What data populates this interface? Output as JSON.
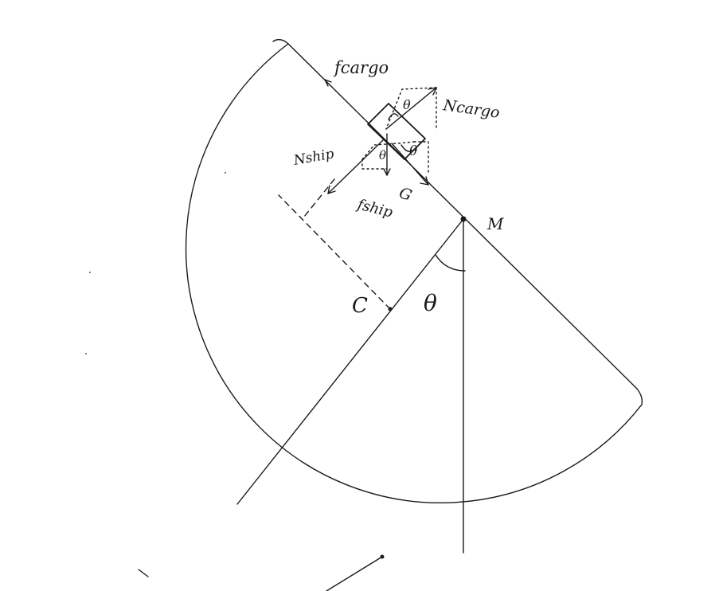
{
  "labels": {
    "f_cargo": "fcargo",
    "n_cargo": "Ncargo",
    "n_ship": "Nship",
    "f_ship": "fship",
    "weight": "G",
    "theta_top": "θ",
    "theta_right": "θ",
    "theta_left": "θ",
    "theta_main": "θ",
    "point_m": "M",
    "point_c": "C"
  },
  "colors": {
    "ink": "#1a1a1a",
    "background": "#ffffff"
  }
}
